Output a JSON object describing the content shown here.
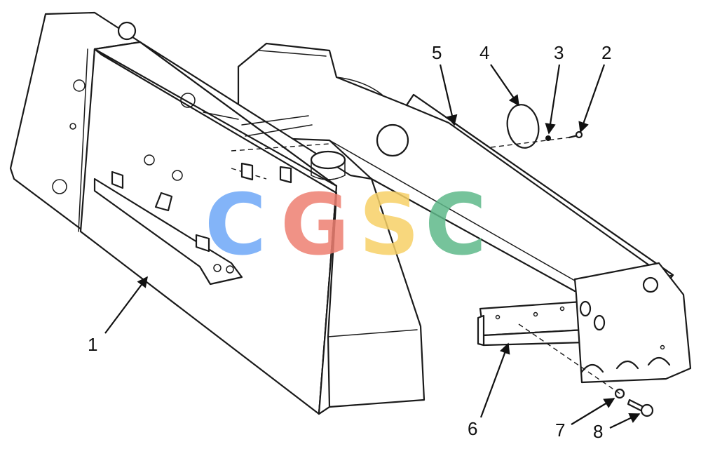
{
  "callouts": [
    {
      "label": "1"
    },
    {
      "label": "2"
    },
    {
      "label": "3"
    },
    {
      "label": "4"
    },
    {
      "label": "5"
    },
    {
      "label": "6"
    },
    {
      "label": "7"
    },
    {
      "label": "8"
    }
  ],
  "watermark": {
    "letters": [
      "C",
      "G",
      "S",
      "C"
    ],
    "colors": [
      "#6ea8f7",
      "#ee7f72",
      "#f7d167",
      "#5fb98a"
    ]
  }
}
